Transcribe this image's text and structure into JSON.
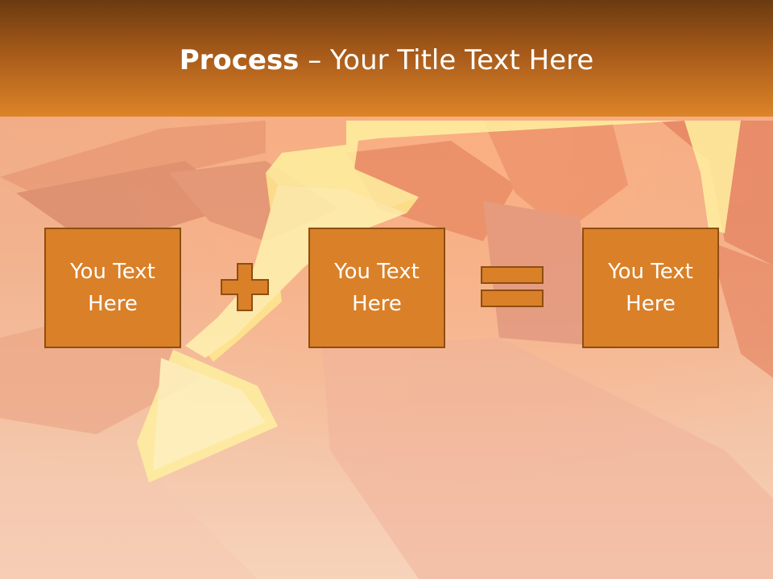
{
  "slide": {
    "title_bold": "Process",
    "title_rest": " – Your Title Text Here",
    "boxes": [
      {
        "label": "You Text\nHere"
      },
      {
        "label": "You Text\nHere"
      },
      {
        "label": "You Text\nHere"
      }
    ],
    "operators": [
      "plus-icon",
      "equals-icon"
    ]
  },
  "colors": {
    "header_top": "#6a3a10",
    "header_bottom": "#dd8428",
    "box_fill": "#d98028",
    "box_border": "#8e4e12",
    "text": "#ffffff",
    "background": "#f3c7a7",
    "arrow": "#fff2a8"
  }
}
